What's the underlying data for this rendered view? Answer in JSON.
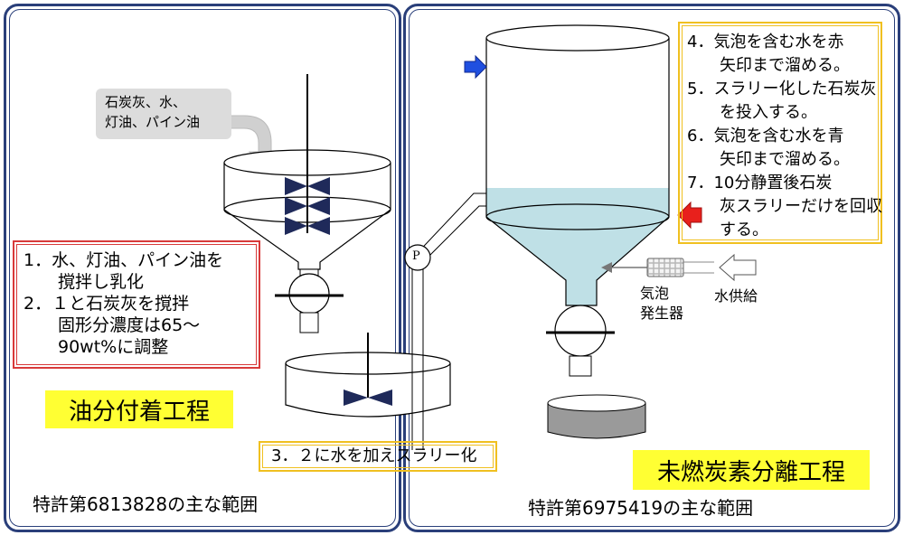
{
  "left_panel": {
    "input_label_line1": "石炭灰、水、",
    "input_label_line2": "灯油、パイン油",
    "steps": [
      "1．水、灯油、パイン油を",
      "　　撹拌し乳化",
      "2．１と石炭灰を撹拌",
      "　　固形分濃度は65～",
      "　　90wt%に調整"
    ],
    "process_title": "油分付着工程",
    "patent_note": "特許第6813828の主な範囲"
  },
  "slurry_step": "3．２に水を加えスラリー化",
  "pump_label": "P",
  "right_panel": {
    "steps": [
      "4．気泡を含む水を赤",
      "　　矢印まで溜める。",
      "5．スラリー化した石炭灰",
      "　　を投入する。",
      "6．気泡を含む水を青",
      "　　矢印まで溜める。",
      "7．10分静置後石炭",
      "　　灰スラリーだけを回収",
      "　　する。"
    ],
    "bubble_gen_line1": "気泡",
    "bubble_gen_line2": "発生器",
    "water_supply": "水供給",
    "process_title": "未燃炭素分離工程",
    "patent_note": "特許第6975419の主な範囲"
  },
  "colors": {
    "panel_border": "#2a3f7a",
    "water": "#bfe0e6",
    "impeller": "#1f2a5a",
    "red_arrow": "#e8201c",
    "blue_arrow": "#1f4fe0",
    "title_bg": "#ffff33",
    "step_box_border_red": "#d83a3a",
    "step_box_border_yellow": "#f0c020"
  }
}
